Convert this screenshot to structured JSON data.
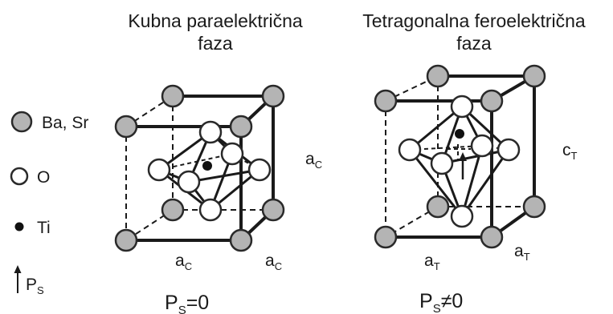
{
  "cubic": {
    "title_line1": "Kubna paraelektrična",
    "title_line2": "faza",
    "a_right": "a",
    "a_right_sub": "C",
    "a_bottom_left": "a",
    "a_bottom_left_sub": "C",
    "a_bottom_right": "a",
    "a_bottom_right_sub": "C",
    "ps_base": "P",
    "ps_sub": "S",
    "ps_rest": "=0"
  },
  "tetragonal": {
    "title_line1": "Tetragonalna feroelektrična",
    "title_line2": "faza",
    "c_right": "c",
    "c_right_sub": "T",
    "a_bottom_left": "a",
    "a_bottom_left_sub": "T",
    "a_bottom_right": "a",
    "a_bottom_right_sub": "T",
    "ps_base": "P",
    "ps_sub": "S",
    "ps_rest": "≠0"
  },
  "legend": {
    "ba_sr": "Ba, Sr",
    "o": "O",
    "ti": "Ti",
    "ps_base": "P",
    "ps_sub": "S"
  },
  "colors": {
    "ba_sr_atom": "#b4b4b4",
    "o_atom": "#ffffff",
    "ti_atom": "#111111",
    "lines": "#1a1a1a"
  }
}
